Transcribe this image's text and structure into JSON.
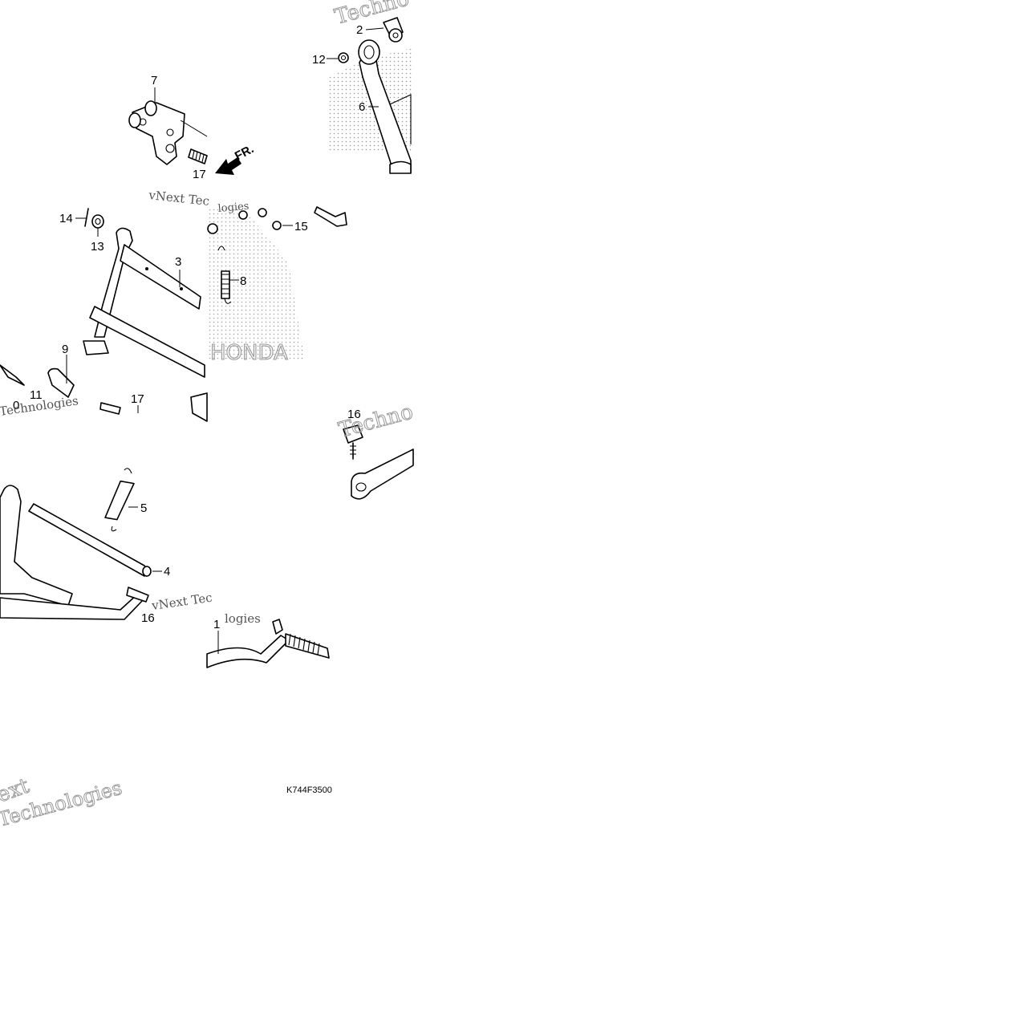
{
  "callouts": [
    {
      "id": "c1",
      "text": "1"
    },
    {
      "id": "c2",
      "text": "2"
    },
    {
      "id": "c3",
      "text": "3"
    },
    {
      "id": "c4",
      "text": "4"
    },
    {
      "id": "c5",
      "text": "5"
    },
    {
      "id": "c6",
      "text": "6"
    },
    {
      "id": "c7",
      "text": "7"
    },
    {
      "id": "c8",
      "text": "8"
    },
    {
      "id": "c9",
      "text": "9"
    },
    {
      "id": "c10",
      "text": "0"
    },
    {
      "id": "c11",
      "text": "11"
    },
    {
      "id": "c12",
      "text": "12"
    },
    {
      "id": "c13",
      "text": "13"
    },
    {
      "id": "c14",
      "text": "14"
    },
    {
      "id": "c15",
      "text": "15"
    },
    {
      "id": "c16a",
      "text": "16"
    },
    {
      "id": "c16b",
      "text": "16"
    },
    {
      "id": "c17a",
      "text": "17"
    },
    {
      "id": "c17b",
      "text": "17"
    }
  ],
  "direction_label": "FR.",
  "diagram_code": "K744F3500",
  "watermarks": {
    "vnext": "vNext Tec",
    "technologies": "Technologies",
    "techno": "Techno",
    "ext": "ext",
    "logies": "logies",
    "brand": "HONDA"
  },
  "colors": {
    "line": "#000000",
    "dot_pattern": "#9a9a9a",
    "background": "#ffffff"
  }
}
